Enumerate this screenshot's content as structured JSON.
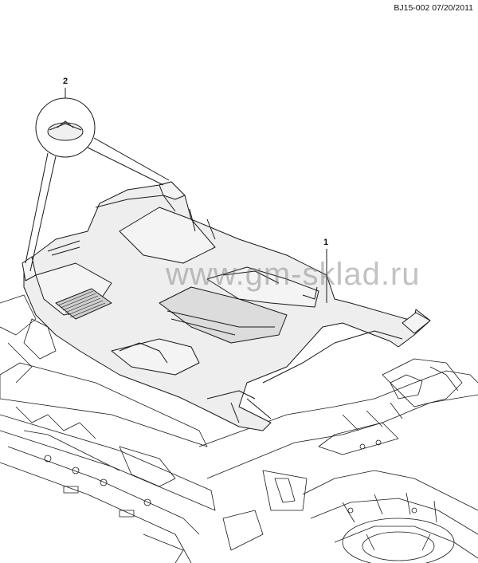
{
  "header": {
    "code": "BJ15-002 07/20/2011"
  },
  "callouts": [
    {
      "number": "1"
    },
    {
      "number": "2"
    }
  ],
  "watermark": "www.gm-sklad.ru",
  "colors": {
    "line": "#1a1a1a",
    "carpet_fill": "#e6e6e6",
    "background": "#ffffff"
  }
}
